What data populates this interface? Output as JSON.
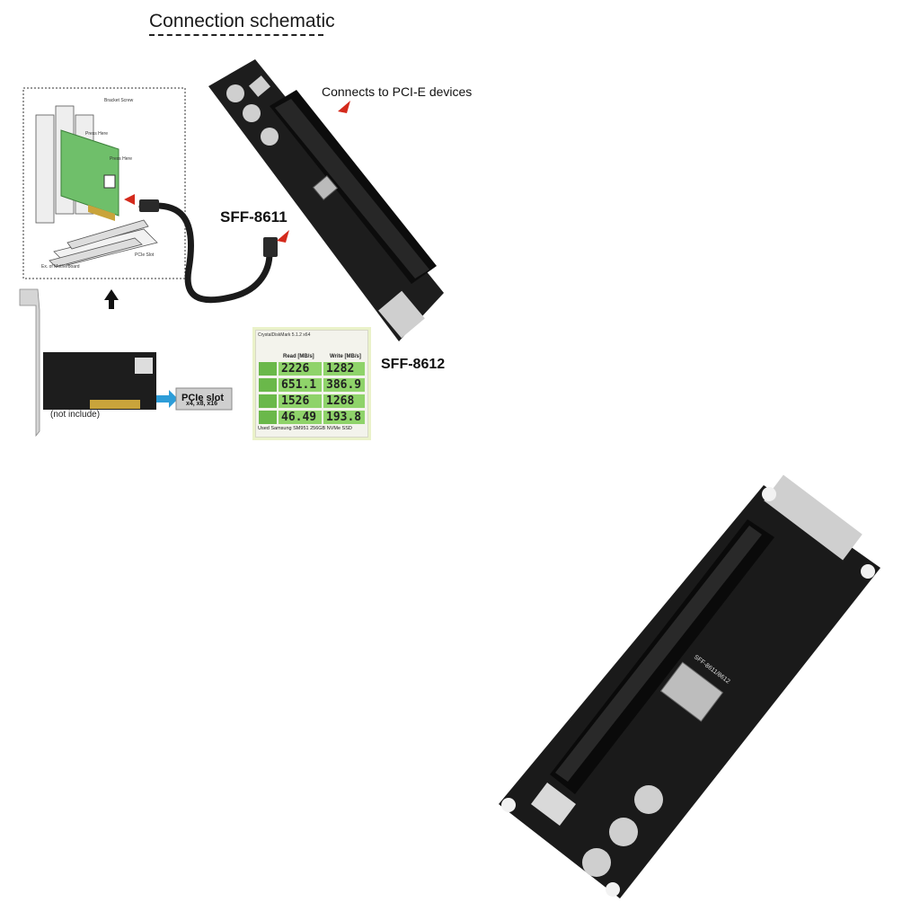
{
  "header": {
    "title": "Connection schematic"
  },
  "labels": {
    "pcie_devices": "Connects to PCI-E devices",
    "sff_8611": "SFF-8611",
    "sff_8612": "SFF-8612",
    "not_include": "(not include)",
    "pcie_slot": "PCIe slot",
    "slot_sizes": "x4, x8, x16"
  },
  "benchmark": {
    "window_title": "CrystalDiskMark 5.1.2 x64",
    "read_header": "Read [MB/s]",
    "write_header": "Write [MB/s]",
    "rows": [
      {
        "read": "2226",
        "write": "1282"
      },
      {
        "read": "651.1",
        "write": "386.9"
      },
      {
        "read": "1526",
        "write": "1268"
      },
      {
        "read": "46.49",
        "write": "193.8"
      }
    ],
    "footer": "Used Samsung SM951 256GB NVMe SSD"
  },
  "board_print": {
    "model": "SFF-8611/8612"
  },
  "colors": {
    "pcb": "#1d1d1d",
    "pcie_card": "#6fbf6a",
    "arrow": "#d42a1c",
    "bench_green": "#8fd36a"
  }
}
